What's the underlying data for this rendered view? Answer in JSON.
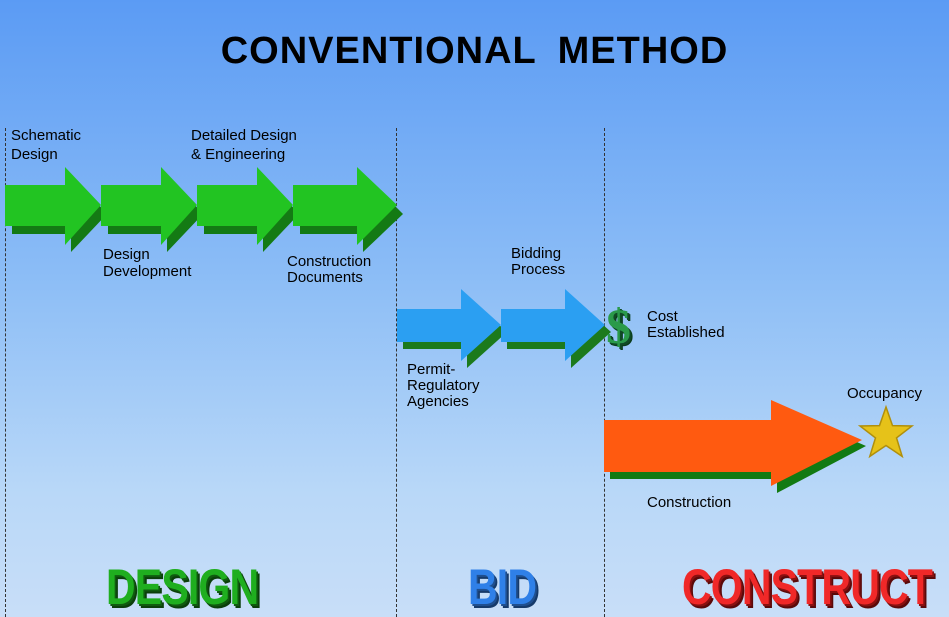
{
  "title": "CONVENTIONAL  METHOD",
  "labels": {
    "schematic_design": "Schematic\nDesign",
    "design_development": "Design\nDevelopment",
    "detailed_design": "Detailed Design\n& Engineering",
    "construction_documents": "Construction\nDocuments",
    "permit_agencies": "Permit-\nRegulatory\nAgencies",
    "bidding_process": "Bidding\nProcess",
    "cost_established": "Cost\nEstablished",
    "construction": "Construction",
    "occupancy": "Occupancy"
  },
  "symbols": {
    "dollar": "$"
  },
  "phases": {
    "design": "DESIGN",
    "bid": "BID",
    "construct": "CONSTRUCT"
  },
  "colors": {
    "design_arrow": "#22c422",
    "design_shadow": "#147a14",
    "bid_arrow": "#2b9ff2",
    "bid_shadow": "#1c7a1c",
    "construct_arrow": "#ff5a10",
    "construct_shadow": "#127a12",
    "star": "#e6c219"
  }
}
